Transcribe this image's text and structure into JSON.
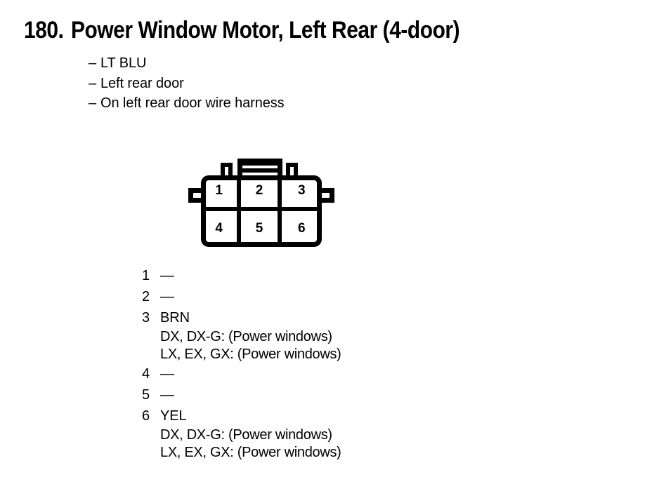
{
  "document": {
    "section_number": "180.",
    "title": "Power Window Motor, Left Rear (4-door)",
    "bullets": [
      {
        "dash": "–",
        "text": "LT BLU"
      },
      {
        "dash": "–",
        "text": "Left rear door"
      },
      {
        "dash": "–",
        "text": "On left rear door wire harness"
      }
    ]
  },
  "connector": {
    "pin_count": 6,
    "cells": [
      {
        "number": "1"
      },
      {
        "number": "2"
      },
      {
        "number": "3"
      },
      {
        "number": "4"
      },
      {
        "number": "5"
      },
      {
        "number": "6"
      }
    ]
  },
  "pin_legend": [
    {
      "number": "1",
      "value": "—",
      "empty": true,
      "notes": []
    },
    {
      "number": "2",
      "value": "—",
      "empty": true,
      "notes": []
    },
    {
      "number": "3",
      "value": "BRN",
      "empty": false,
      "notes": [
        "DX, DX-G: (Power windows)",
        "LX, EX, GX: (Power windows)"
      ]
    },
    {
      "number": "4",
      "value": "—",
      "empty": true,
      "notes": []
    },
    {
      "number": "5",
      "value": "—",
      "empty": true,
      "notes": []
    },
    {
      "number": "6",
      "value": "YEL",
      "empty": false,
      "notes": [
        "DX, DX-G: (Power windows)",
        "LX, EX, GX: (Power windows)"
      ]
    }
  ],
  "colors": {
    "ink": "#000000",
    "page": "#ffffff"
  }
}
